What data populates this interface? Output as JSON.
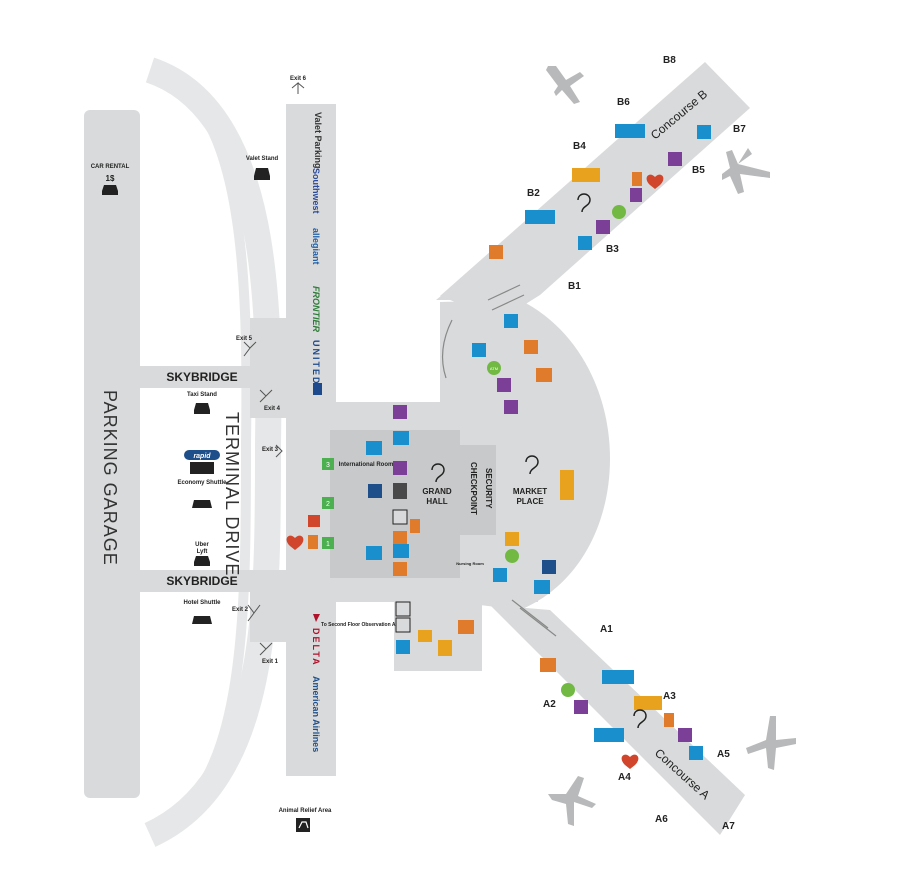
{
  "labels": {
    "parking_garage": "PARKING GARAGE",
    "terminal_drive": "TERMINAL DRIVE",
    "skybridge_top": "SKYBRIDGE",
    "skybridge_bottom": "SKYBRIDGE",
    "car_rental": "CAR RENTAL",
    "valet_stand": "Valet Stand",
    "taxi_stand": "Taxi Stand",
    "economy_shuttle": "Economy Shuttle",
    "uber_lyft_1": "Uber",
    "uber_lyft_2": "Lyft",
    "hotel_shuttle": "Hotel Shuttle",
    "grand_hall_1": "GRAND",
    "grand_hall_2": "HALL",
    "security_checkpoint_1": "SECURITY",
    "security_checkpoint_2": "CHECKPOINT",
    "market_place_1": "MARKET",
    "market_place_2": "PLACE",
    "international_room": "International Room",
    "observation_area": "To Second Floor Observation Area",
    "animal_relief_area": "Animal Relief Area",
    "concourse_a": "Concourse A",
    "concourse_b": "Concourse B",
    "mothers_room": "Nursing Room"
  },
  "exits": [
    {
      "id": "exit-6",
      "text": "Exit 6"
    },
    {
      "id": "exit-5",
      "text": "Exit 5"
    },
    {
      "id": "exit-4",
      "text": "Exit 4"
    },
    {
      "id": "exit-3",
      "text": "Exit 3"
    },
    {
      "id": "exit-2",
      "text": "Exit 2"
    },
    {
      "id": "exit-1",
      "text": "Exit 1"
    }
  ],
  "airlines": [
    {
      "name": "Valet Parking",
      "color": "#333333"
    },
    {
      "name": "Southwest",
      "color": "#2b4a9b"
    },
    {
      "name": "allegiant",
      "color": "#1f5fa8"
    },
    {
      "name": "FRONTIER",
      "color": "#2e7d3a"
    },
    {
      "name": "UNITED",
      "color": "#1d4a8c"
    },
    {
      "name": "DELTA",
      "color": "#b0112b"
    },
    {
      "name": "American Airlines",
      "color": "#1f4f8a"
    }
  ],
  "gates": [
    "A1",
    "A2",
    "A3",
    "A4",
    "A5",
    "A6",
    "A7",
    "B1",
    "B2",
    "B3",
    "B4",
    "B5",
    "B6",
    "B7",
    "B8"
  ],
  "atm_label": "ATM",
  "checkpoint_numbers": [
    "1",
    "2",
    "3"
  ],
  "colors": {
    "building": "#d9dadb",
    "building_dark": "#c8c9ca",
    "road": "#e6e7e8",
    "restroom": "#1a8fce",
    "services": "#7b3f97",
    "shops": "#e8a21d",
    "dining": "#e07b2b",
    "atm": "#72b944",
    "checkpoint": "#4caf50",
    "info": "#d0452b"
  }
}
